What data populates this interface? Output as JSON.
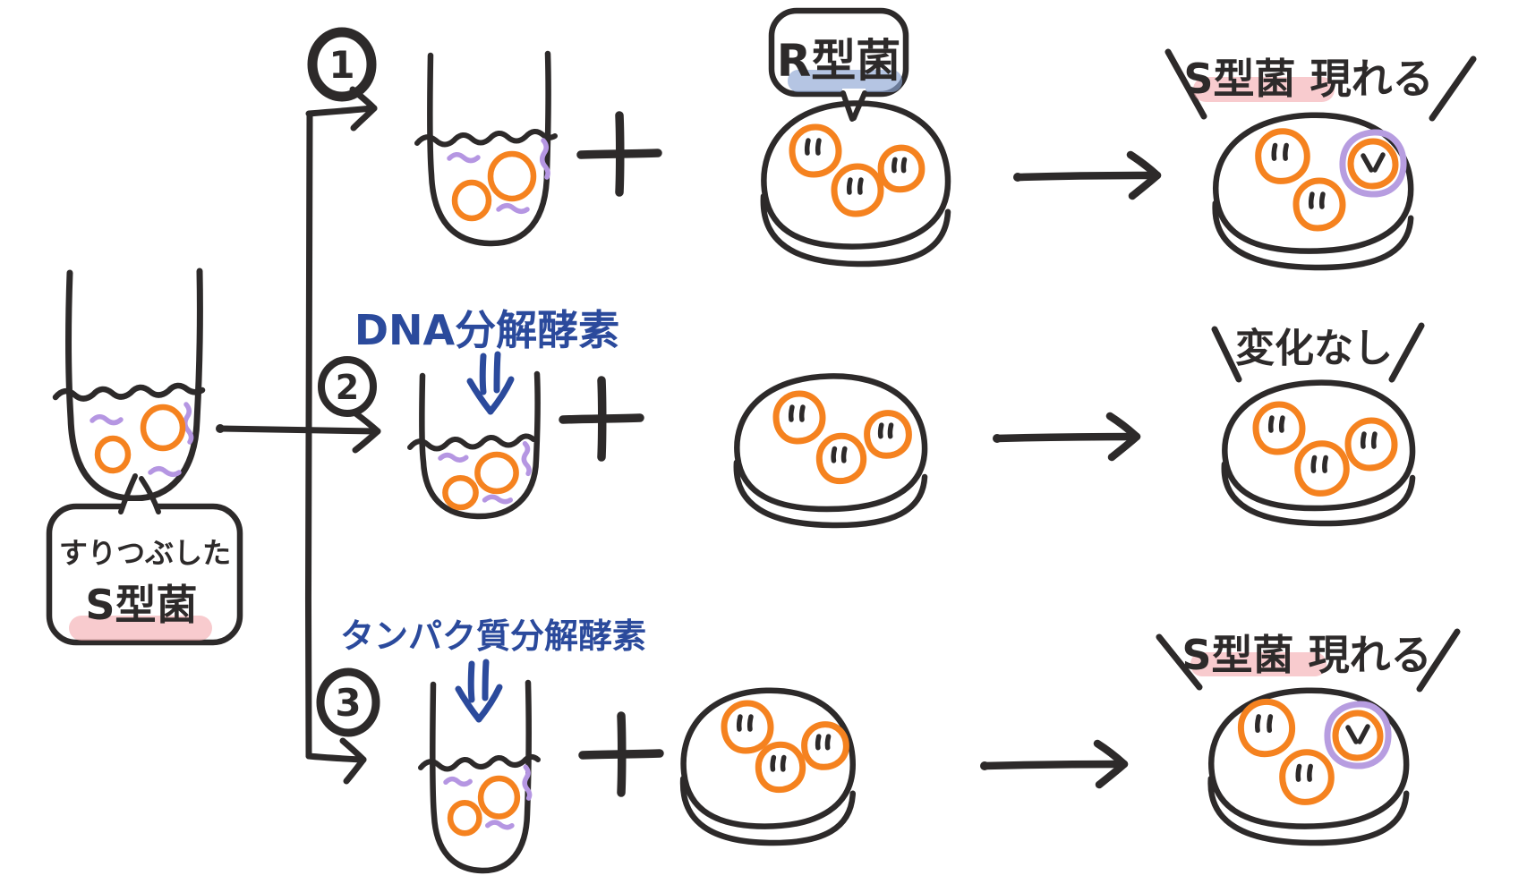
{
  "colors": {
    "ink": "#2d2a2a",
    "orange_cell": "#f5821f",
    "purple_dna_strand": "#b596e2",
    "purple_capsule_ring": "#b79de0",
    "blue_enzyme_text": "#2b4a9c",
    "pink_highlight": "#f3a9ae",
    "blue_highlight": "#8ea6d4"
  },
  "source_tube": {
    "label_line1": "すりつぶした",
    "label_line2": "S型菌"
  },
  "rows": [
    {
      "number": "1",
      "enzyme": "",
      "plate_label": "R型菌",
      "plate_cell_count": 3,
      "result": "S型菌 現れる",
      "result_transformed_cell": true
    },
    {
      "number": "2",
      "enzyme": "DNA分解酵素",
      "plate_label": "",
      "plate_cell_count": 3,
      "result": "変化なし",
      "result_transformed_cell": false
    },
    {
      "number": "3",
      "enzyme": "タンパク質分解酵素",
      "plate_label": "",
      "plate_cell_count": 3,
      "result": "S型菌 現れる",
      "result_transformed_cell": true
    }
  ],
  "symbols": {
    "plus": "+",
    "result_arrow": "→",
    "enzyme_down_arrow": "⇓"
  }
}
